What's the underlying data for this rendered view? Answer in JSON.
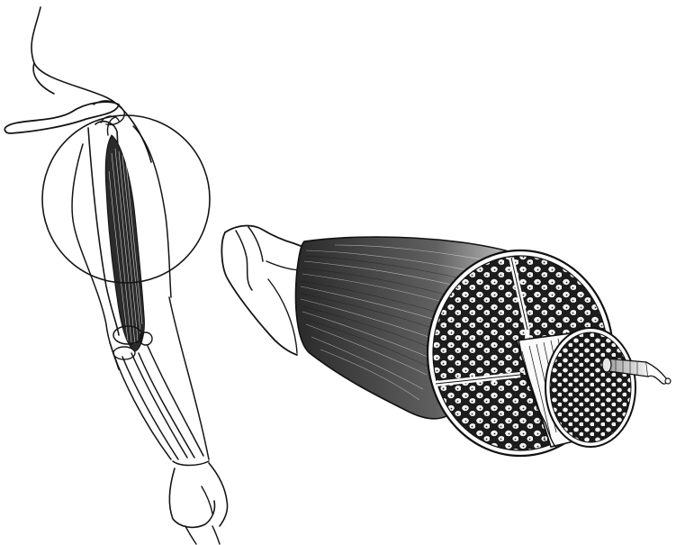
{
  "figure": {
    "description_text": "",
    "ink_color": "#141414",
    "paper_color": "#ffffff",
    "panels": [
      {
        "id": "arm",
        "icon": "arm-skeleton-muscle-icon"
      },
      {
        "id": "magnifier",
        "icon": "magnifier-circle-icon"
      },
      {
        "id": "muscle-section",
        "icon": "muscle-cross-section-icon"
      },
      {
        "id": "fascicle",
        "icon": "fascicle-icon"
      },
      {
        "id": "fiber",
        "icon": "muscle-fiber-icon"
      }
    ]
  }
}
